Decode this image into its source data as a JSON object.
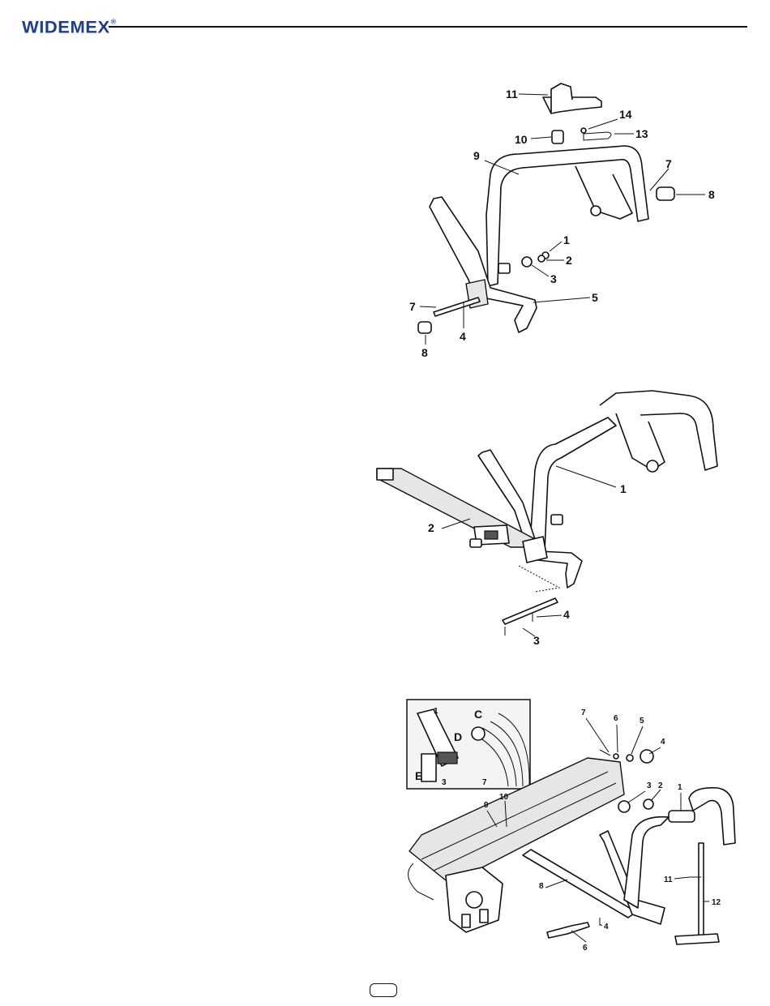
{
  "header": {
    "brand": "WIDEMEX",
    "brand_mark": "®"
  },
  "figure1": {
    "callouts": [
      "11",
      "14",
      "13",
      "10",
      "9",
      "7",
      "8",
      "1",
      "2",
      "3",
      "5",
      "7",
      "4",
      "8"
    ]
  },
  "figure2": {
    "callouts": [
      "1",
      "2",
      "4",
      "3"
    ]
  },
  "figure3": {
    "inset_callouts": [
      "1",
      "C",
      "D",
      "E",
      "3",
      "7"
    ],
    "callouts": [
      "7",
      "6",
      "5",
      "4",
      "3",
      "2",
      "1",
      "9",
      "10",
      "8",
      "11",
      "12",
      "4",
      "6"
    ]
  },
  "footer": {
    "page_number": ""
  }
}
